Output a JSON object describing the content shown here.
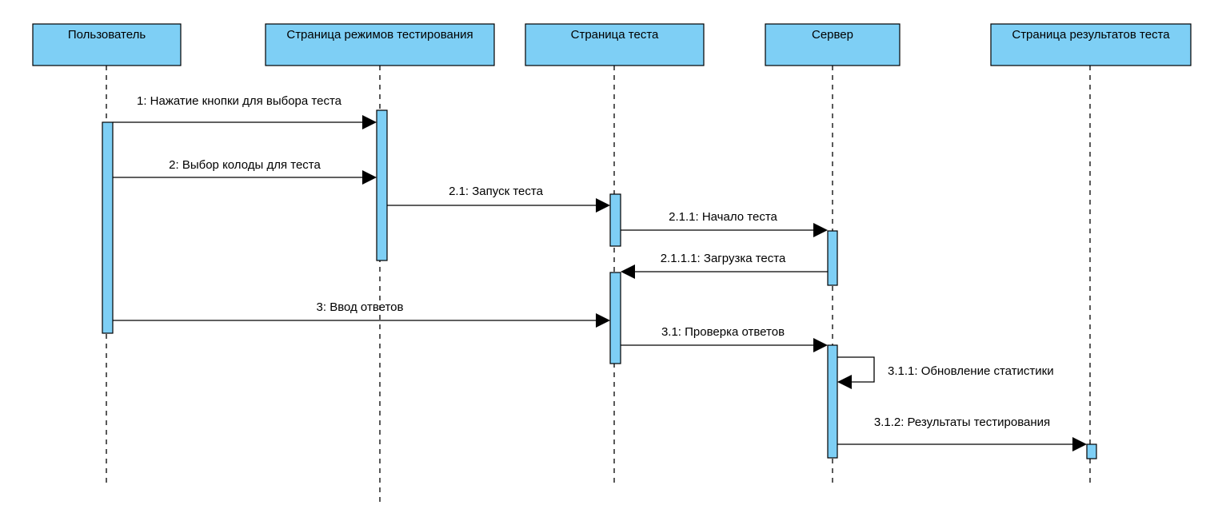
{
  "colors": {
    "participant_fill": "#7ecff5",
    "activation_fill": "#7ecff5",
    "line": "#000000"
  },
  "participants": [
    {
      "id": "user",
      "label": "Пользователь"
    },
    {
      "id": "modes",
      "label": "Страница режимов тестирования"
    },
    {
      "id": "test",
      "label": "Страница теста"
    },
    {
      "id": "server",
      "label": "Сервер"
    },
    {
      "id": "results",
      "label": "Страница результатов теста"
    }
  ],
  "messages": [
    {
      "id": "m1",
      "label": "1: Нажатие кнопки для выбора теста",
      "from": "user",
      "to": "modes"
    },
    {
      "id": "m2",
      "label": "2: Выбор колоды для теста",
      "from": "user",
      "to": "modes"
    },
    {
      "id": "m21",
      "label": "2.1: Запуск теста",
      "from": "modes",
      "to": "test"
    },
    {
      "id": "m211",
      "label": "2.1.1: Начало теста",
      "from": "test",
      "to": "server"
    },
    {
      "id": "m2111",
      "label": "2.1.1.1: Загрузка теста",
      "from": "server",
      "to": "test"
    },
    {
      "id": "m3",
      "label": "3: Ввод ответов",
      "from": "user",
      "to": "test"
    },
    {
      "id": "m31",
      "label": "3.1: Проверка ответов",
      "from": "test",
      "to": "server"
    },
    {
      "id": "m311",
      "label": "3.1.1: Обновление статистики",
      "from": "server",
      "to": "server"
    },
    {
      "id": "m312",
      "label": "3.1.2: Результаты тестирования",
      "from": "server",
      "to": "results"
    }
  ]
}
